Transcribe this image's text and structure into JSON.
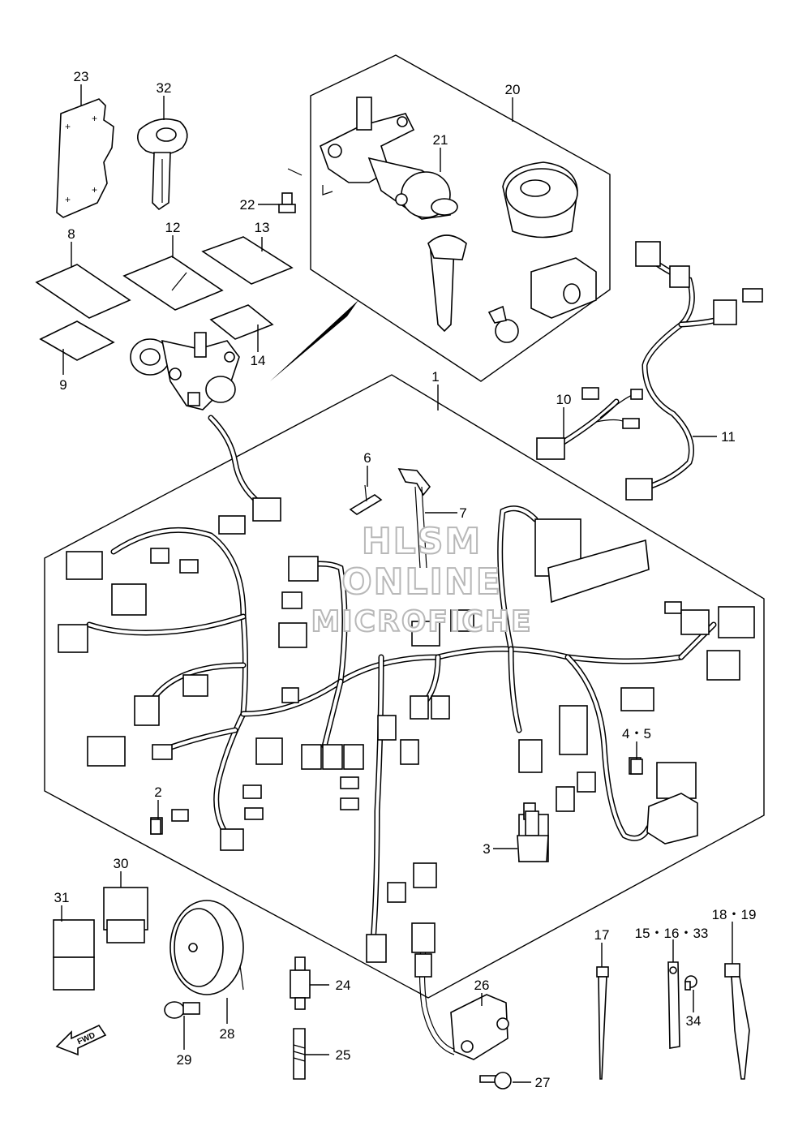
{
  "diagram": {
    "callouts": [
      {
        "id": "c1",
        "text": "1"
      },
      {
        "id": "c2",
        "text": "2"
      },
      {
        "id": "c3",
        "text": "3"
      },
      {
        "id": "c45",
        "text": "4・5"
      },
      {
        "id": "c6",
        "text": "6"
      },
      {
        "id": "c7",
        "text": "7"
      },
      {
        "id": "c8",
        "text": "8"
      },
      {
        "id": "c9",
        "text": "9"
      },
      {
        "id": "c10",
        "text": "10"
      },
      {
        "id": "c11",
        "text": "11"
      },
      {
        "id": "c12",
        "text": "12"
      },
      {
        "id": "c13",
        "text": "13"
      },
      {
        "id": "c14",
        "text": "14"
      },
      {
        "id": "c151633",
        "text": "15・16・33"
      },
      {
        "id": "c17",
        "text": "17"
      },
      {
        "id": "c1819",
        "text": "18・19"
      },
      {
        "id": "c20",
        "text": "20"
      },
      {
        "id": "c21",
        "text": "21"
      },
      {
        "id": "c22",
        "text": "22"
      },
      {
        "id": "c23",
        "text": "23"
      },
      {
        "id": "c24",
        "text": "24"
      },
      {
        "id": "c25",
        "text": "25"
      },
      {
        "id": "c26",
        "text": "26"
      },
      {
        "id": "c27",
        "text": "27"
      },
      {
        "id": "c28",
        "text": "28"
      },
      {
        "id": "c29",
        "text": "29"
      },
      {
        "id": "c30",
        "text": "30"
      },
      {
        "id": "c31",
        "text": "31"
      },
      {
        "id": "c32",
        "text": "32"
      },
      {
        "id": "c34",
        "text": "34"
      }
    ],
    "watermark": {
      "line1": "HLSM",
      "line2": "ONLINE",
      "line3": "MICROFICHE"
    },
    "fwd_label": "FWD"
  }
}
